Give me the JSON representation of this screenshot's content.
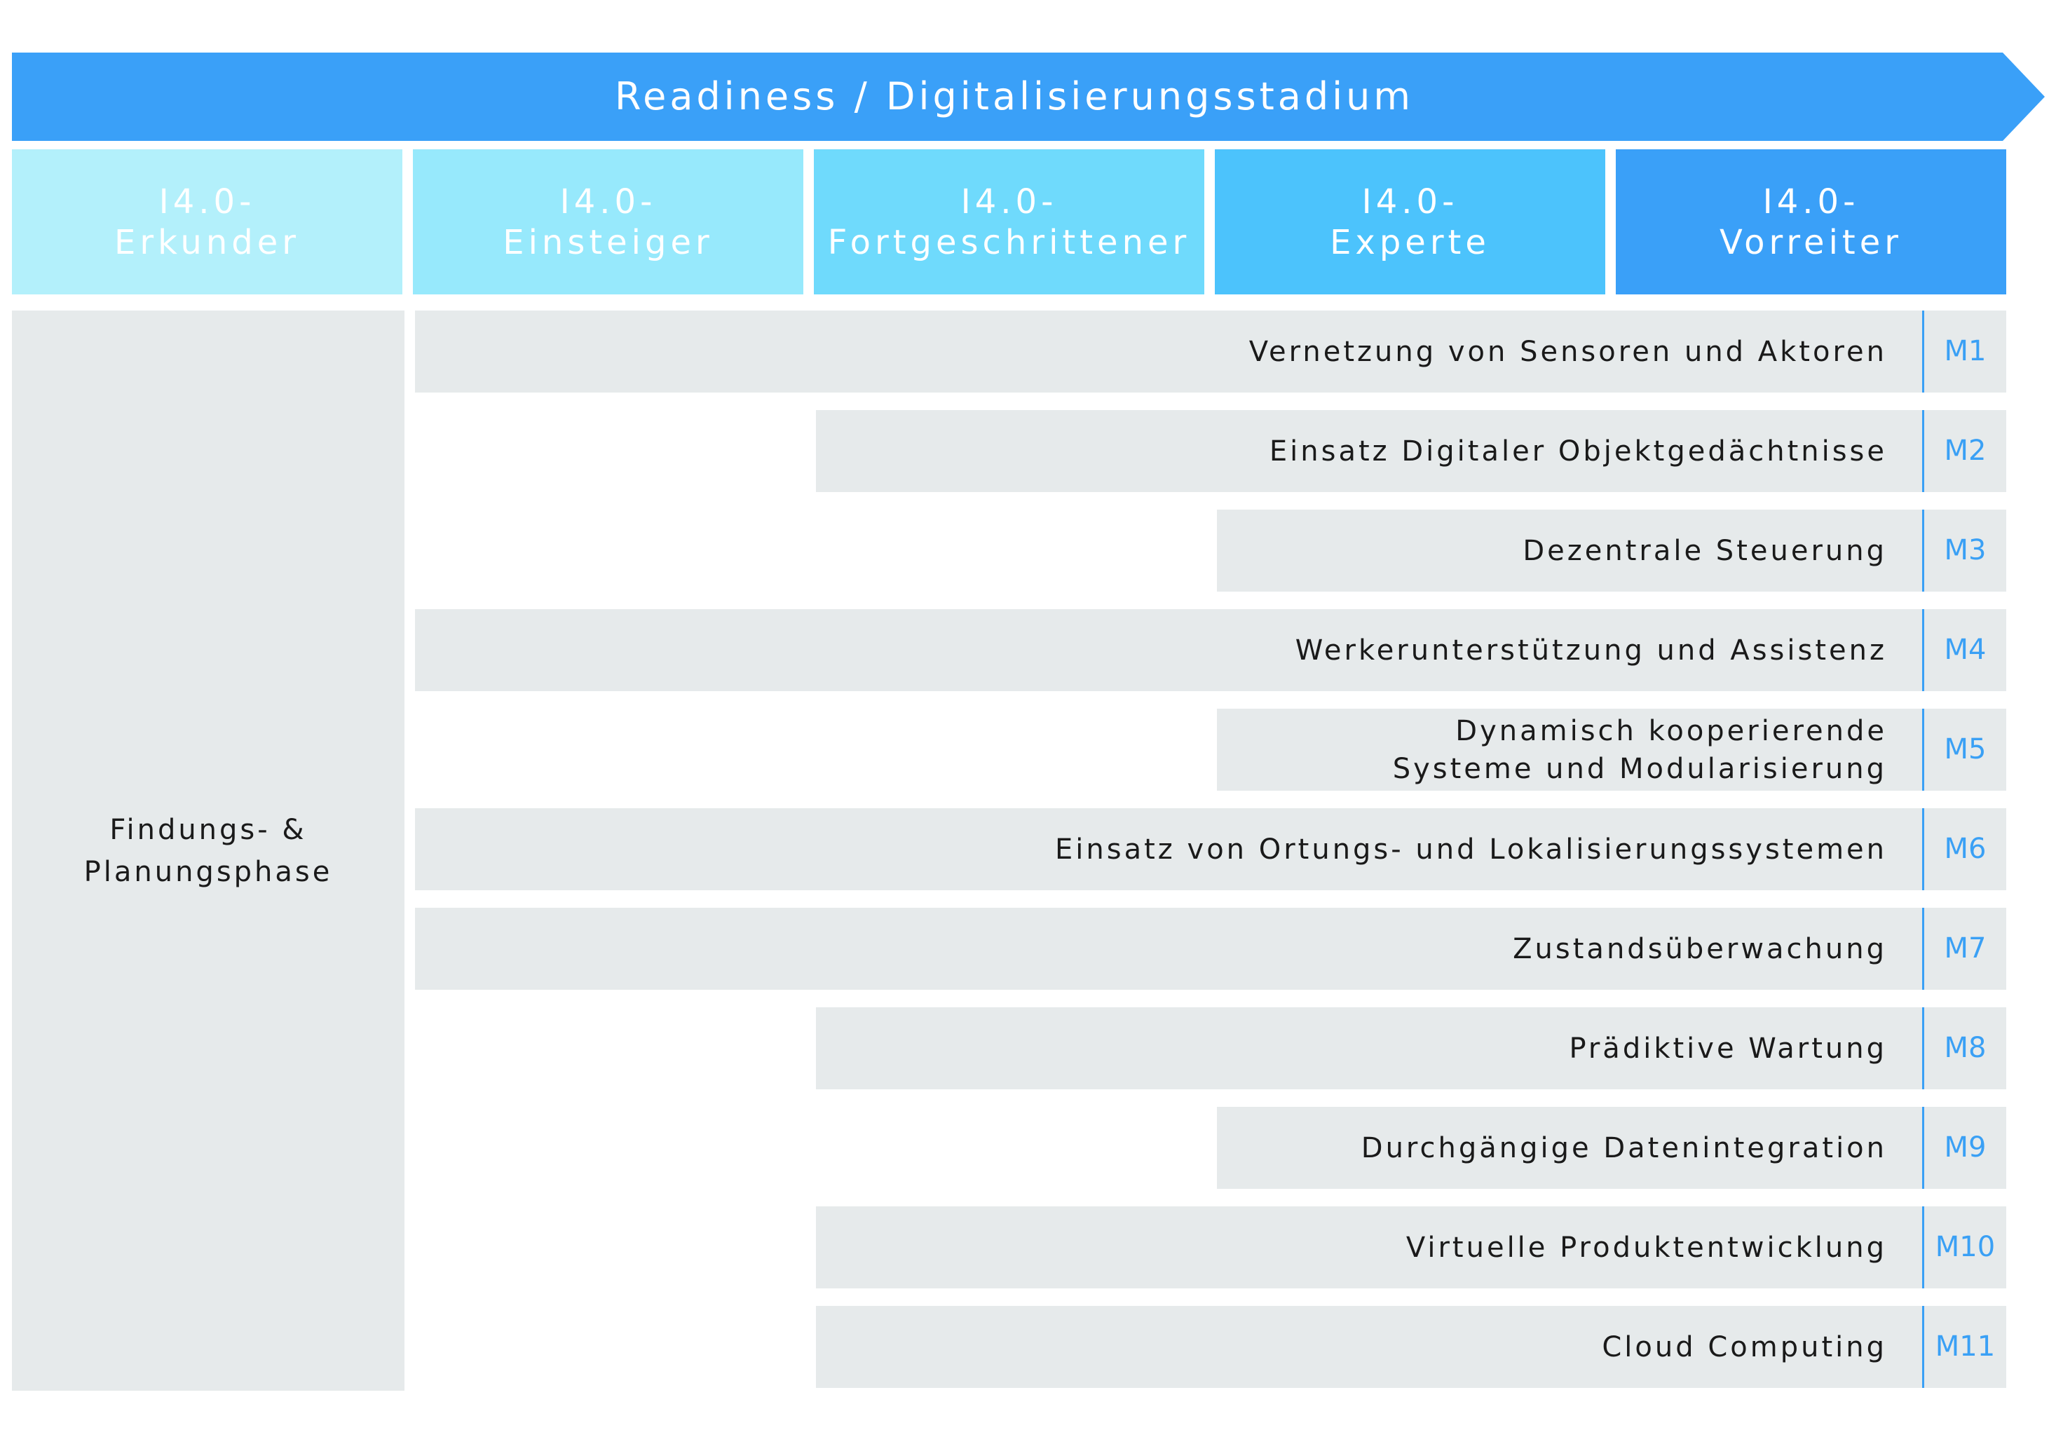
{
  "header": {
    "title": "Readiness / Digitalisierungsstadium",
    "color": "#3aa0f8"
  },
  "stages": [
    {
      "label": "I4.0-\nErkunder",
      "color": "#b3f0fb"
    },
    {
      "label": "I4.0-\nEinsteiger",
      "color": "#97e9fc"
    },
    {
      "label": "I4.0-\nFortgeschrittener",
      "color": "#6fdafc"
    },
    {
      "label": "I4.0-\nExperte",
      "color": "#4cc3fc"
    },
    {
      "label": "I4.0-\nVorreiter",
      "color": "#3aa0f8"
    }
  ],
  "phase": {
    "label": "Findungs- &\nPlanungsphase"
  },
  "measures": [
    {
      "id": "M1",
      "label": "Vernetzung von Sensoren und Aktoren",
      "start_stage": "I4.0-Einsteiger"
    },
    {
      "id": "M2",
      "label": "Einsatz Digitaler Objektgedächtnisse",
      "start_stage": "I4.0-Fortgeschrittener"
    },
    {
      "id": "M3",
      "label": "Dezentrale Steuerung",
      "start_stage": "I4.0-Experte"
    },
    {
      "id": "M4",
      "label": "Werkerunterstützung und Assistenz",
      "start_stage": "I4.0-Einsteiger"
    },
    {
      "id": "M5",
      "label": "Dynamisch kooperierende\nSysteme und Modularisierung",
      "start_stage": "I4.0-Experte"
    },
    {
      "id": "M6",
      "label": "Einsatz von Ortungs- und Lokalisierungssystemen",
      "start_stage": "I4.0-Einsteiger"
    },
    {
      "id": "M7",
      "label": "Zustandsüberwachung",
      "start_stage": "I4.0-Einsteiger"
    },
    {
      "id": "M8",
      "label": "Prädiktive Wartung",
      "start_stage": "I4.0-Fortgeschrittener"
    },
    {
      "id": "M9",
      "label": "Durchgängige Datenintegration",
      "start_stage": "I4.0-Experte"
    },
    {
      "id": "M10",
      "label": "Virtuelle Produktentwicklung",
      "start_stage": "I4.0-Fortgeschrittener"
    },
    {
      "id": "M11",
      "label": "Cloud Computing",
      "start_stage": "I4.0-Fortgeschrittener"
    }
  ],
  "colors": {
    "row_background": "#e6eaeb",
    "measure_id": "#3aa0f5"
  }
}
